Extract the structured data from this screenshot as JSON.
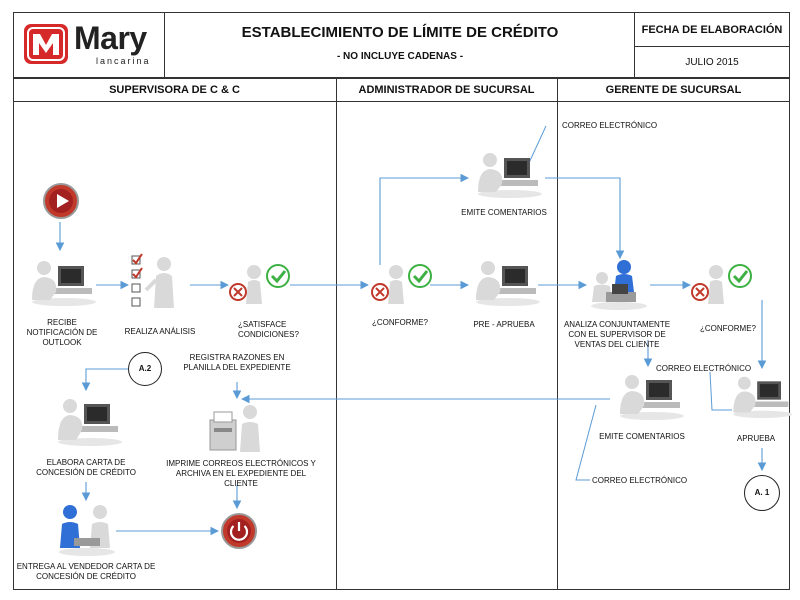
{
  "logo": {
    "brand": "Mary",
    "tagline": "lancarina",
    "letter": "M"
  },
  "header": {
    "title": "ESTABLECIMIENTO  DE  LÍMITE DE CRÉDITO",
    "subtitle": "- NO INCLUYE  CADENAS -",
    "date_label": "FECHA DE ELABORACIÓN",
    "date_value": "JULIO 2015"
  },
  "lanes": [
    "SUPERVISORA DE C & C",
    "ADMINISTRADOR DE SUCURSAL",
    "GERENTE DE SUCURSAL"
  ],
  "steps": {
    "recibe": "RECIBE NOTIFICACIÓN DE OUTLOOK",
    "analisis": "REALIZA ANÁLISIS",
    "satisface": "¿SATISFACE CONDICIONES?",
    "registra": "REGISTRA RAZONES EN PLANILLA DEL EXPEDIENTE",
    "elabora": "ELABORA CARTA DE CONCESIÓN DE CRÉDITO",
    "imprime": "IMPRIME CORREOS ELECTRÓNICOS Y ARCHIVA EN EL EXPEDIENTE DEL CLIENTE",
    "entrega": "ENTREGA AL VENDEDOR CARTA DE CONCESIÓN DE CRÉDITO",
    "conforme_admin": "¿CONFORME?",
    "preaprueba": "PRE - APRUEBA",
    "emite_admin": "EMITE COMENTARIOS",
    "analiza": "ANALIZA CONJUNTAMENTE CON EL SUPERVISOR DE VENTAS DEL CLIENTE",
    "conforme_ger": "¿CONFORME?",
    "emite_ger": "EMITE COMENTARIOS",
    "aprueba": "APRUEBA"
  },
  "annotations": {
    "correo_top": "CORREO ELECTRÓNICO",
    "correo_mid": "CORREO ELECTRÓNICO",
    "correo_bottom": "CORREO ELECTRÓNICO"
  },
  "connectors": {
    "a2": "A.2",
    "a1": "A. 1"
  },
  "colors": {
    "arrow": "#5b9bd5",
    "check": "#3cb043",
    "cross": "#c0392b",
    "start": "#c0392b",
    "person": "#d9d9d9",
    "person_blue": "#2f6fd6",
    "logo_red": "#d62a2a"
  },
  "icons": [
    "play-icon",
    "power-icon",
    "checklist-icon",
    "check-icon",
    "cross-icon",
    "computer-icon",
    "person-icon",
    "printer-icon"
  ]
}
